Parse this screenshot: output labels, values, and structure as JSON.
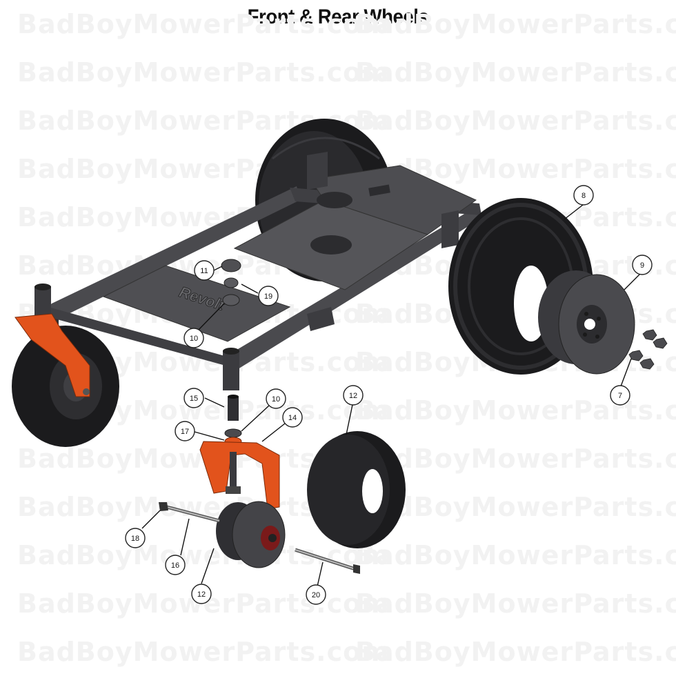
{
  "title": "Front & Rear Wheels",
  "watermark": "BadBoyMowerParts.com",
  "frame_logo": "Revolt",
  "colors": {
    "frame": "#4a4a4e",
    "frame_dark": "#2f2f33",
    "fork_orange": "#e2531c",
    "tire": "#1d1d1f",
    "rim": "#3a3a3e",
    "watermark": "#f2f2f2"
  },
  "callouts": [
    {
      "id": "c8",
      "label": "8"
    },
    {
      "id": "c9",
      "label": "9"
    },
    {
      "id": "c7",
      "label": "7"
    },
    {
      "id": "c11",
      "label": "11"
    },
    {
      "id": "c19",
      "label": "19"
    },
    {
      "id": "c10a",
      "label": "10"
    },
    {
      "id": "c15",
      "label": "15"
    },
    {
      "id": "c10b",
      "label": "10"
    },
    {
      "id": "c17",
      "label": "17"
    },
    {
      "id": "c14",
      "label": "14"
    },
    {
      "id": "c12a",
      "label": "12"
    },
    {
      "id": "c18",
      "label": "18"
    },
    {
      "id": "c16",
      "label": "16"
    },
    {
      "id": "c12b",
      "label": "12"
    },
    {
      "id": "c20",
      "label": "20"
    }
  ]
}
